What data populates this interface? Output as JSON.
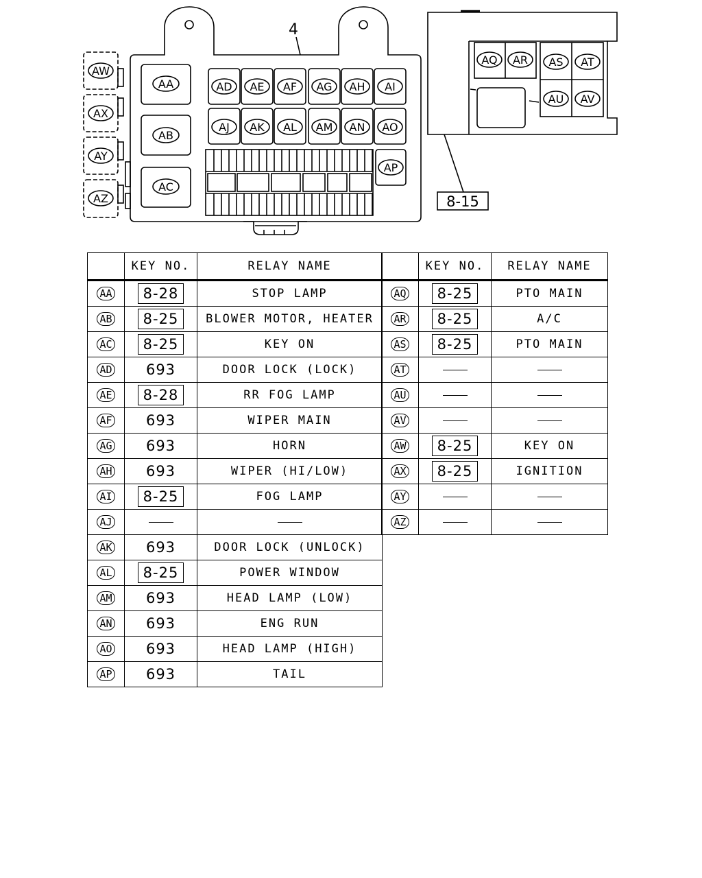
{
  "diagram": {
    "callout_main": "4",
    "callout_sub": "8-15",
    "side_relays": [
      "AW",
      "AX",
      "AY",
      "AZ"
    ],
    "main_relays_large": [
      "AA",
      "AB",
      "AC"
    ],
    "main_relays_top": [
      "AD",
      "AE",
      "AF",
      "AG",
      "AH",
      "AI"
    ],
    "main_relays_mid": [
      "AJ",
      "AK",
      "AL",
      "AM",
      "AN",
      "AO"
    ],
    "main_relay_ap": "AP",
    "sub_relays": [
      "AQ",
      "AR",
      "AS",
      "AT",
      "AU",
      "AV"
    ]
  },
  "table": {
    "headers": [
      "",
      "KEY NO.",
      "RELAY NAME"
    ],
    "left_rows": [
      {
        "code": "AA",
        "key": "8-28",
        "key_boxed": true,
        "name": "STOP LAMP"
      },
      {
        "code": "AB",
        "key": "8-25",
        "key_boxed": true,
        "name": "BLOWER MOTOR, HEATER"
      },
      {
        "code": "AC",
        "key": "8-25",
        "key_boxed": true,
        "name": "KEY ON"
      },
      {
        "code": "AD",
        "key": "693",
        "key_boxed": false,
        "name": "DOOR LOCK (LOCK)"
      },
      {
        "code": "AE",
        "key": "8-28",
        "key_boxed": true,
        "name": "RR FOG LAMP"
      },
      {
        "code": "AF",
        "key": "693",
        "key_boxed": false,
        "name": "WIPER MAIN"
      },
      {
        "code": "AG",
        "key": "693",
        "key_boxed": false,
        "name": "HORN"
      },
      {
        "code": "AH",
        "key": "693",
        "key_boxed": false,
        "name": "WIPER (HI/LOW)"
      },
      {
        "code": "AI",
        "key": "8-25",
        "key_boxed": true,
        "name": "FOG LAMP"
      },
      {
        "code": "AJ",
        "key": "",
        "key_boxed": false,
        "name": ""
      },
      {
        "code": "AK",
        "key": "693",
        "key_boxed": false,
        "name": "DOOR LOCK (UNLOCK)"
      },
      {
        "code": "AL",
        "key": "8-25",
        "key_boxed": true,
        "name": "POWER WINDOW"
      },
      {
        "code": "AM",
        "key": "693",
        "key_boxed": false,
        "name": "HEAD LAMP (LOW)"
      },
      {
        "code": "AN",
        "key": "693",
        "key_boxed": false,
        "name": "ENG RUN"
      },
      {
        "code": "AO",
        "key": "693",
        "key_boxed": false,
        "name": "HEAD LAMP (HIGH)"
      },
      {
        "code": "AP",
        "key": "693",
        "key_boxed": false,
        "name": "TAIL"
      }
    ],
    "right_rows": [
      {
        "code": "AQ",
        "key": "8-25",
        "key_boxed": true,
        "name": "PTO MAIN"
      },
      {
        "code": "AR",
        "key": "8-25",
        "key_boxed": true,
        "name": "A/C"
      },
      {
        "code": "AS",
        "key": "8-25",
        "key_boxed": true,
        "name": "PTO MAIN"
      },
      {
        "code": "AT",
        "key": "",
        "key_boxed": false,
        "name": ""
      },
      {
        "code": "AU",
        "key": "",
        "key_boxed": false,
        "name": ""
      },
      {
        "code": "AV",
        "key": "",
        "key_boxed": false,
        "name": ""
      },
      {
        "code": "AW",
        "key": "8-25",
        "key_boxed": true,
        "name": "KEY ON"
      },
      {
        "code": "AX",
        "key": "8-25",
        "key_boxed": true,
        "name": "IGNITION"
      },
      {
        "code": "AY",
        "key": "",
        "key_boxed": false,
        "name": ""
      },
      {
        "code": "AZ",
        "key": "",
        "key_boxed": false,
        "name": ""
      }
    ]
  }
}
